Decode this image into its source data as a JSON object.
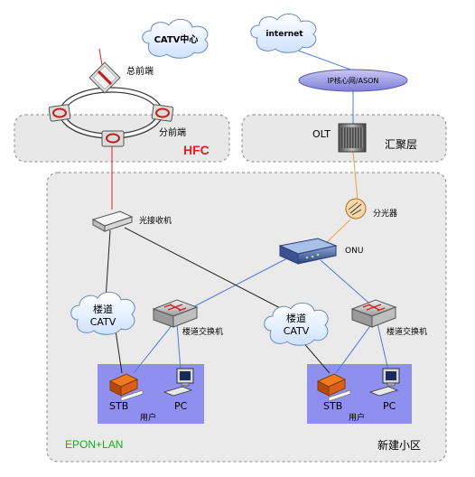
{
  "labels": {
    "catv_center": "CATV中心",
    "internet": "internet",
    "ip_core": "IP核心网/ASON",
    "head_end": "总前端",
    "sub_head_end": "分前端",
    "hfc": "HFC",
    "olt": "OLT",
    "aggregation_layer": "汇聚层",
    "splitter": "分光器",
    "optical_receiver": "光接收机",
    "onu": "ONU",
    "catv_left_line1": "楼道",
    "catv_left_line2": "CATV",
    "catv_right_line1": "楼道",
    "catv_right_line2": "CATV",
    "switch_left": "楼道交换机",
    "switch_right": "楼道交换机",
    "stb_left": "STB",
    "pc_left": "PC",
    "user_left": "用户",
    "stb_right": "STB",
    "pc_right": "PC",
    "user_right": "用户",
    "epon_lan": "EPON+LAN",
    "new_community": "新建小区"
  },
  "colors": {
    "fiber_red": "#e02020",
    "fiber_orange": "#f0a040",
    "fiber_blue": "#4a7ad8",
    "copper_black": "#222222",
    "accent_red_text": "#e02020",
    "green_text": "#10b020",
    "user_box": "#8f8ff0"
  }
}
